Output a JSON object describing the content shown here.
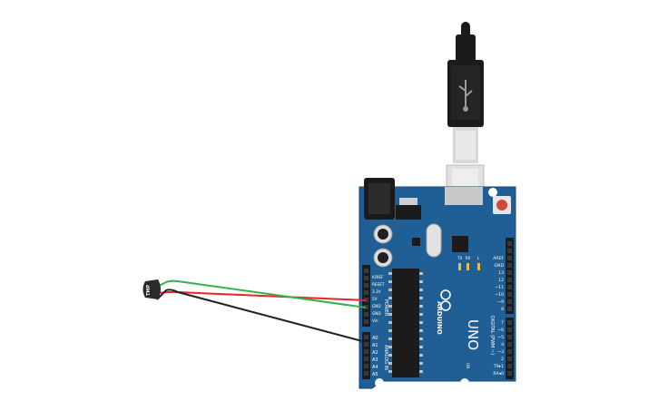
{
  "board": {
    "brand": "ARDUINO",
    "model": "UNO",
    "power_header_title": "POWER",
    "analog_header_title": "ANALOG IN",
    "digital_header_title": "DIGITAL (PWM ~)",
    "power_pins": [
      "IOREF",
      "RESET",
      "3.3V",
      "5V",
      "GND",
      "GND",
      "Vin"
    ],
    "analog_pins": [
      "A0",
      "A1",
      "A2",
      "A3",
      "A4",
      "A5"
    ],
    "digital_pins": [
      "AREF",
      "GND",
      "13",
      "12",
      "~11",
      "~10",
      "~9",
      "8",
      "7",
      "~6",
      "~5",
      "4",
      "~3",
      "2",
      "TX▸1",
      "RX◂0"
    ],
    "led_labels": [
      "TX",
      "RX",
      "L"
    ],
    "on_label": "ON"
  },
  "sensor": {
    "label": "TMP"
  },
  "wires": [
    {
      "name": "power-wire",
      "color": "#e8242a"
    },
    {
      "name": "ground-wire",
      "color": "#36b04a"
    },
    {
      "name": "signal-wire",
      "color": "#222222"
    }
  ],
  "colors": {
    "board": "#1f5f95",
    "board_edge": "#164a78",
    "header": "#222222",
    "usb_cable": "#1b1b1b"
  }
}
